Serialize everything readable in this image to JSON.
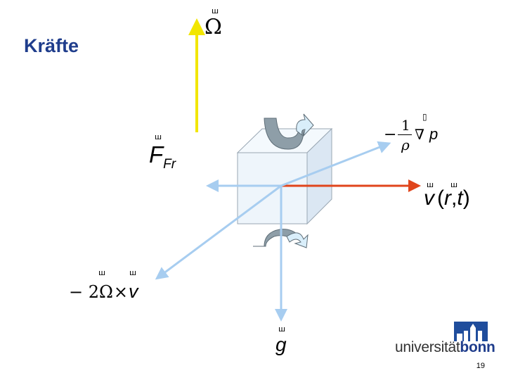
{
  "slide": {
    "title": "Kräfte",
    "page_number": "19"
  },
  "labels": {
    "omega": {
      "symbol": "Ω",
      "accent": "ш"
    },
    "friction": {
      "symbol": "F",
      "subscript": "Fr",
      "accent": "ш"
    },
    "pressure": {
      "minus": "−",
      "numerator": "1",
      "denominator": "ρ",
      "nabla": "∇",
      "variable": "p",
      "marker": "▯"
    },
    "velocity": {
      "symbol": "v",
      "open": "(",
      "r": "r",
      "comma": ",",
      "t": "t",
      "close": ")",
      "accent": "ш"
    },
    "coriolis": {
      "prefix": "− 2",
      "omega": "Ω",
      "times": "×",
      "v": "v",
      "accent": "ш"
    },
    "gravity": {
      "symbol": "g",
      "accent": "ш"
    }
  },
  "logo": {
    "name_prefix": "universität",
    "name_suffix": "bonn"
  },
  "colors": {
    "title": "#1f3d8c",
    "omega_arrow": "#f2e600",
    "velocity_arrow": "#e0451c",
    "force_arrows": "#a7cdf0",
    "cube_front": "#eef5fb",
    "cube_side": "#dbe7f3",
    "rotation_dark": "#8e9ea8",
    "rotation_light": "#d9eefa",
    "logo_blue": "#1f4d9c"
  }
}
